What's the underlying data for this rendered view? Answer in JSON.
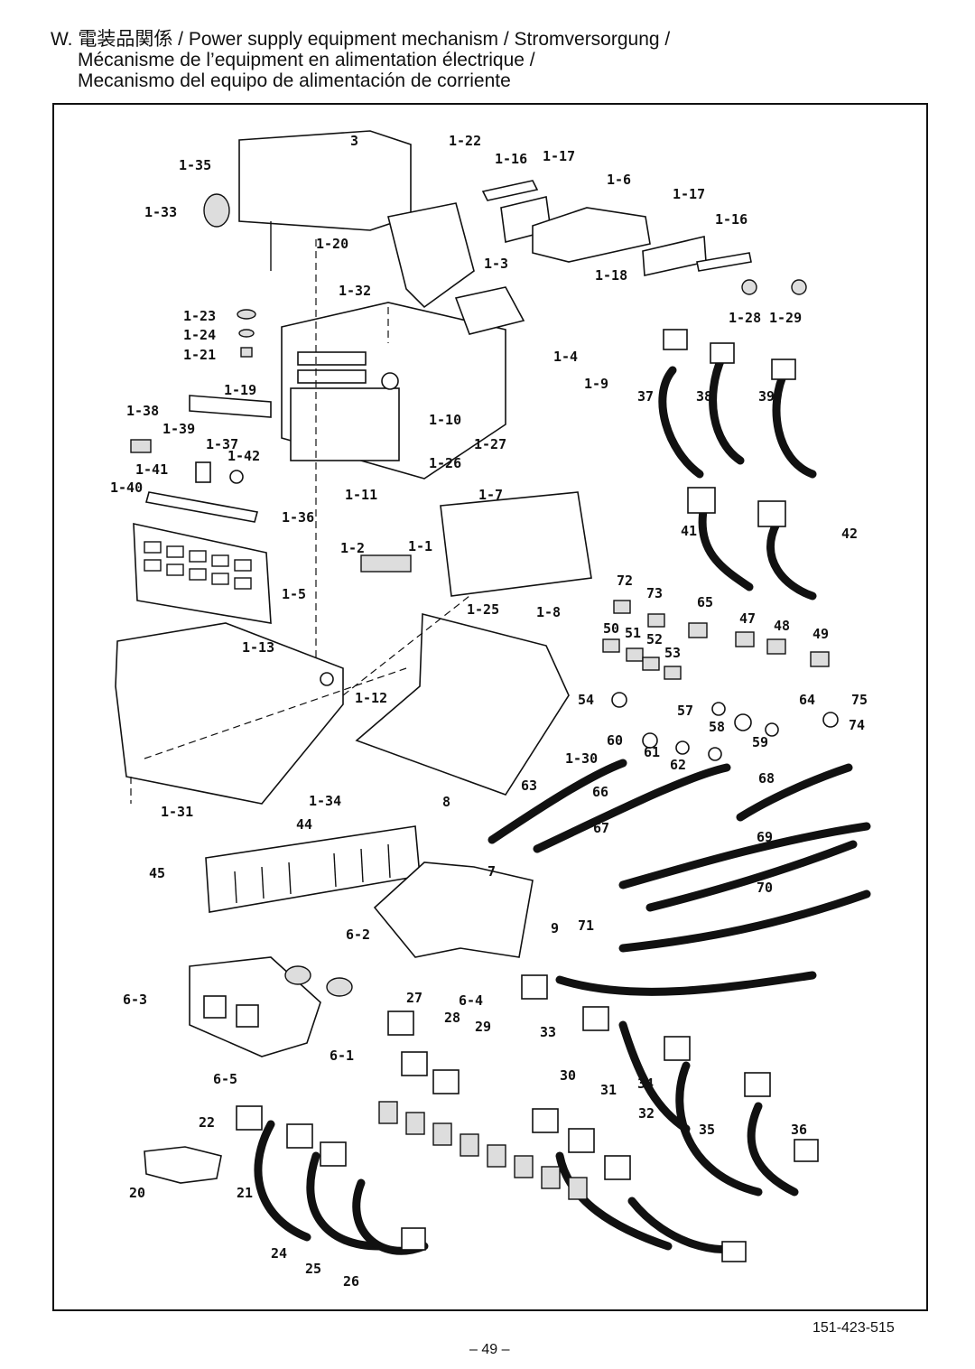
{
  "header": {
    "line1": "W. 電装品関係 / Power supply equipment mechanism / Stromversorgung /",
    "line2": "Mécanisme de l’equipment en alimentation électrique /",
    "line3": "Mecanismo del equipo de alimentación de corriente"
  },
  "labels": {
    "p1_35": "1-35",
    "p3": "3",
    "p1_22": "1-22",
    "p1_16a": "1-16",
    "p1_17a": "1-17",
    "p1_6": "1-6",
    "p1_33": "1-33",
    "p1_17b": "1-17",
    "p1_16b": "1-16",
    "p1_20": "1-20",
    "p1_3": "1-3",
    "p1_18": "1-18",
    "p1_32": "1-32",
    "p1_28": "1-28",
    "p1_29": "1-29",
    "p1_23": "1-23",
    "p1_24": "1-24",
    "p1_21": "1-21",
    "p1_4": "1-4",
    "p1_19": "1-19",
    "p1_9": "1-9",
    "p1_38": "1-38",
    "p1_10": "1-10",
    "p1_39": "1-39",
    "p1_37": "1-37",
    "p1_42": "1-42",
    "p1_27": "1-27",
    "p1_26": "1-26",
    "p1_41": "1-41",
    "p1_11": "1-11",
    "p1_7": "1-7",
    "p1_40": "1-40",
    "p1_36": "1-36",
    "p1_2": "1-2",
    "p1_1": "1-1",
    "p1_5": "1-5",
    "p1_25": "1-25",
    "p1_8": "1-8",
    "p1_13": "1-13",
    "p1_12": "1-12",
    "p1_30": "1-30",
    "p1_31": "1-31",
    "p1_34": "1-34",
    "p37": "37",
    "p38": "38",
    "p39": "39",
    "p41": "41",
    "p42": "42",
    "p72": "72",
    "p73": "73",
    "p65": "65",
    "p50": "50",
    "p51": "51",
    "p52": "52",
    "p53": "53",
    "p47": "47",
    "p48": "48",
    "p49": "49",
    "p54": "54",
    "p57": "57",
    "p64": "64",
    "p75": "75",
    "p58": "58",
    "p74": "74",
    "p60": "60",
    "p61": "61",
    "p59": "59",
    "p62": "62",
    "p63": "63",
    "p66": "66",
    "p68": "68",
    "p67": "67",
    "p69": "69",
    "p70": "70",
    "p71": "71",
    "p8": "8",
    "p44": "44",
    "p45": "45",
    "p7": "7",
    "p6_2": "6-2",
    "p9": "9",
    "p6_3": "6-3",
    "p6_4": "6-4",
    "p6_1": "6-1",
    "p27": "27",
    "p28": "28",
    "p29": "29",
    "p33": "33",
    "p34": "34",
    "p6_5": "6-5",
    "p30": "30",
    "p31": "31",
    "p32": "32",
    "p35": "35",
    "p36": "36",
    "p22": "22",
    "p20": "20",
    "p21": "21",
    "p24": "24",
    "p25": "25",
    "p26": "26"
  },
  "footer": {
    "doc_number": "151-423-515",
    "page": "– 49 –"
  }
}
